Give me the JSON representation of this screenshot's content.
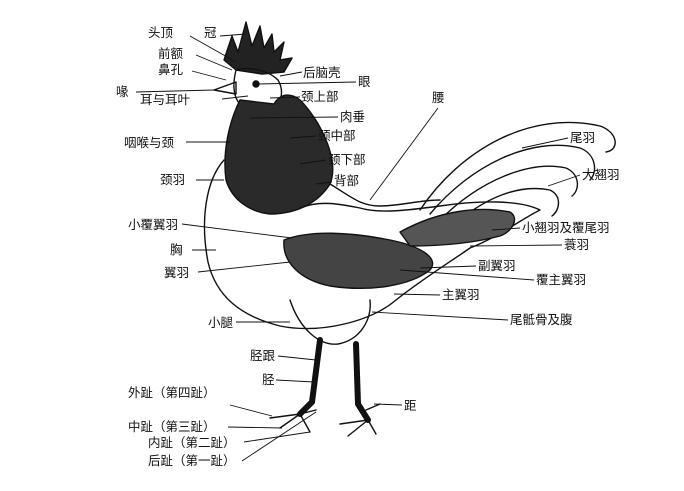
{
  "labels": {
    "crown": "头顶",
    "comb": "冠",
    "forehead": "前额",
    "nostril": "鼻孔",
    "beak": "喙",
    "ear_earlobe": "耳与耳叶",
    "occiput": "后脑壳",
    "eye": "眼",
    "upper_neck": "颈上部",
    "wattle": "肉垂",
    "middle_neck": "颈中部",
    "throat_neck": "咽喉与颈",
    "lower_neck": "颈下部",
    "neck_hackle": "颈羽",
    "back": "背部",
    "saddle": "腰",
    "tail_feathers": "尾羽",
    "sickle_feathers": "大翘羽",
    "lesser_sickles_tail_coverts": "小翘羽及覆尾羽",
    "saddle_hackle": "蓑羽",
    "wing_coverts": "小覆翼羽",
    "breast": "胸",
    "wing": "翼羽",
    "secondaries": "副翼羽",
    "primary_coverts": "覆主翼羽",
    "primaries": "主翼羽",
    "thigh": "小腿",
    "fluff_abdomen": "尾骶骨及腹",
    "hock": "胫跟",
    "shank": "胫",
    "spur": "距",
    "outer_toe": "外趾（第四趾）",
    "middle_toe": "中趾（第三趾）",
    "inner_toe": "内趾（第二趾）",
    "hind_toe": "后趾（第一趾）"
  }
}
